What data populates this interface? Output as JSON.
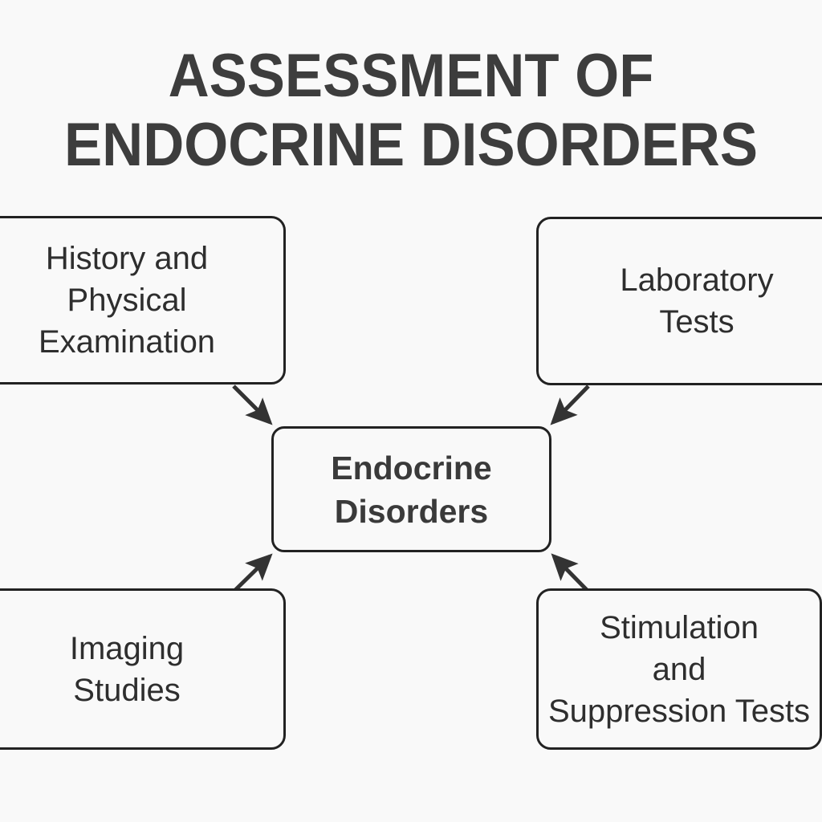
{
  "title": {
    "line1": "ASSESSMENT OF",
    "line2": "ENDOCRINE DISORDERS"
  },
  "colors": {
    "background": "#f9f9f9",
    "title_text": "#3d3d3d",
    "box_border": "#222222",
    "box_fill": "#f9f9f9",
    "box_text": "#2e2e2e",
    "center_text": "#3a3a3a",
    "arrow": "#333333"
  },
  "diagram": {
    "type": "concept-map",
    "center": {
      "id": "endocrine-disorders",
      "lines": [
        "Endocrine",
        "Disorders"
      ],
      "text": "Endocrine Disorders",
      "bold": true
    },
    "nodes": [
      {
        "id": "history-physical-examination",
        "position": "top-left",
        "lines": [
          "History and",
          "Physical",
          "Examination"
        ],
        "text": "History and Physical Examination"
      },
      {
        "id": "laboratory-tests",
        "position": "top-right",
        "lines": [
          "Laboratory",
          "Tests"
        ],
        "text": "Laboratory Tests"
      },
      {
        "id": "imaging-studies",
        "position": "bottom-left",
        "lines": [
          "Imaging",
          "Studies"
        ],
        "text": "Imaging Studies"
      },
      {
        "id": "stimulation-suppression-tests",
        "position": "bottom-right",
        "lines": [
          "Stimulation",
          "and",
          "Suppression Tests"
        ],
        "text": "Stimulation and Suppression Tests"
      }
    ],
    "edges": [
      {
        "from": "history-physical-examination",
        "to": "endocrine-disorders",
        "direction": "to-center"
      },
      {
        "from": "laboratory-tests",
        "to": "endocrine-disorders",
        "direction": "to-center"
      },
      {
        "from": "imaging-studies",
        "to": "endocrine-disorders",
        "direction": "to-center"
      },
      {
        "from": "stimulation-suppression-tests",
        "to": "endocrine-disorders",
        "direction": "to-center"
      }
    ]
  }
}
